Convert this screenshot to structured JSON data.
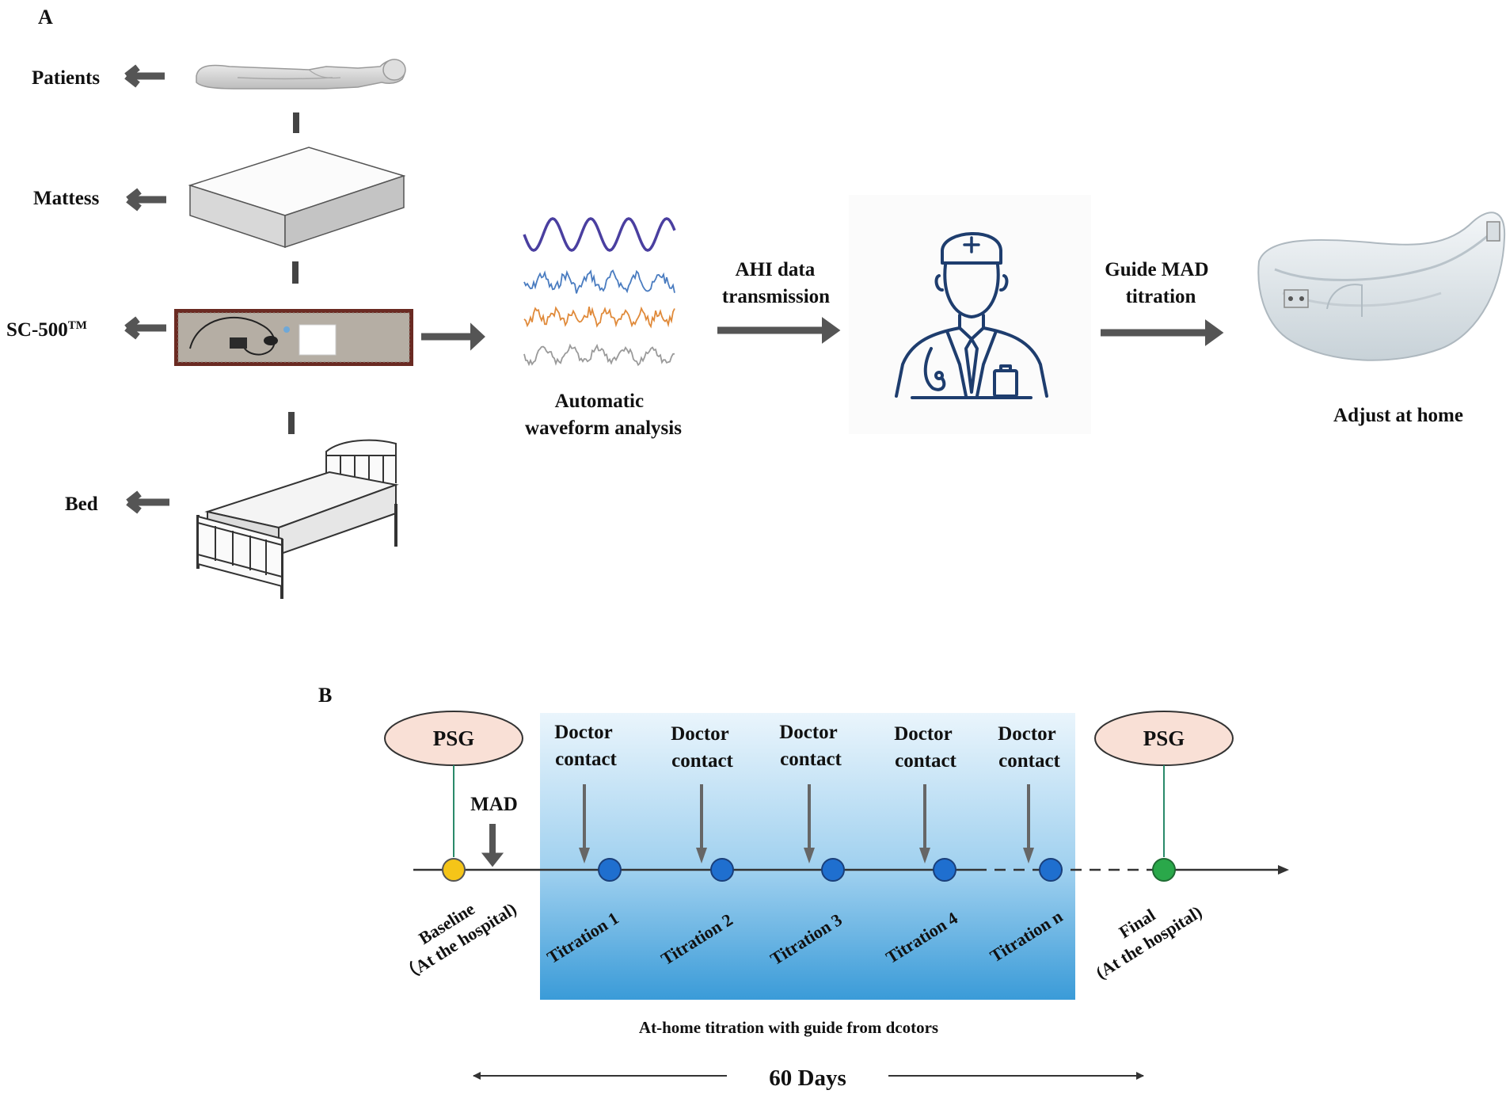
{
  "panel_a": {
    "panel_label": "A",
    "components": [
      "Patients",
      "Mattess",
      "Bed"
    ],
    "sensor_label": "SC-500",
    "sensor_superscript": "TM",
    "analysis_label": [
      "Automatic",
      "waveform analysis"
    ],
    "transmission_label": [
      "AHI data",
      "transmission"
    ],
    "guide_label": [
      "Guide MAD",
      "titration"
    ],
    "device_label": "Adjust at home",
    "icons": [
      "patient-figure-icon",
      "mattress-icon",
      "sensor-pad-icon",
      "bed-icon",
      "waveform-icon",
      "doctor-icon",
      "mandibular-device-icon"
    ],
    "waveform_colors": [
      "#4a3fa0",
      "#4a7cc0",
      "#e08a3a",
      "#9a9a9a"
    ]
  },
  "panel_b": {
    "panel_label": "B",
    "psg_label": "PSG",
    "mad_label": "MAD",
    "doctor_contact": [
      "Doctor",
      "contact"
    ],
    "baseline_label": [
      "Baseline",
      "（At the hospital)"
    ],
    "titrations": [
      "Titration 1",
      "Titration 2",
      "Titration 3",
      "Titration 4",
      "Titration n"
    ],
    "final_label": [
      "Final",
      "(At the hospital)"
    ],
    "home_caption": "At-home titration with guide from dcotors",
    "duration_label": "60 Days",
    "colors": {
      "baseline_dot": "#f5c518",
      "titration_dot": "#1f6fcf",
      "final_dot": "#2aa84a",
      "psg_fill": "#f9e0d6",
      "home_band_top": "#eaf5fc",
      "home_band_bottom": "#3a9bd8"
    }
  }
}
